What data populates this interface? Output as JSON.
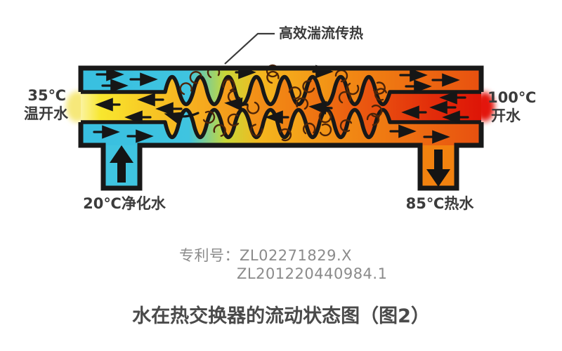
{
  "callout": {
    "label": "高效湍流传热"
  },
  "left_outlet": {
    "temp": "35℃",
    "name": "温开水"
  },
  "right_inlet": {
    "temp": "100℃",
    "name": "开水"
  },
  "bottom_inlet": {
    "label": "20℃净化水"
  },
  "bottom_outlet": {
    "label": "85℃热水"
  },
  "patent": {
    "line1": "专利号：ZL02271829.X",
    "line2": "ZL201220440984.1"
  },
  "caption": "水在热交换器的流动状态图（图2）",
  "colors": {
    "cold_cyan": "#3fc4e0",
    "warm_yellow": "#f8e72e",
    "orange": "#f28c14",
    "hot_red": "#de1507",
    "outline": "#181818",
    "text_dark": "#3b3b3b",
    "text_gray": "#8b8b8b"
  },
  "diagram": {
    "type": "counterflow-heat-exchanger",
    "flows": [
      {
        "path": "outer-channels",
        "from": "20℃净化水",
        "to": "85℃热水",
        "direction": "left-to-right"
      },
      {
        "path": "center-channel",
        "from": "100℃开水",
        "to": "35℃温开水",
        "direction": "right-to-left"
      }
    ]
  }
}
